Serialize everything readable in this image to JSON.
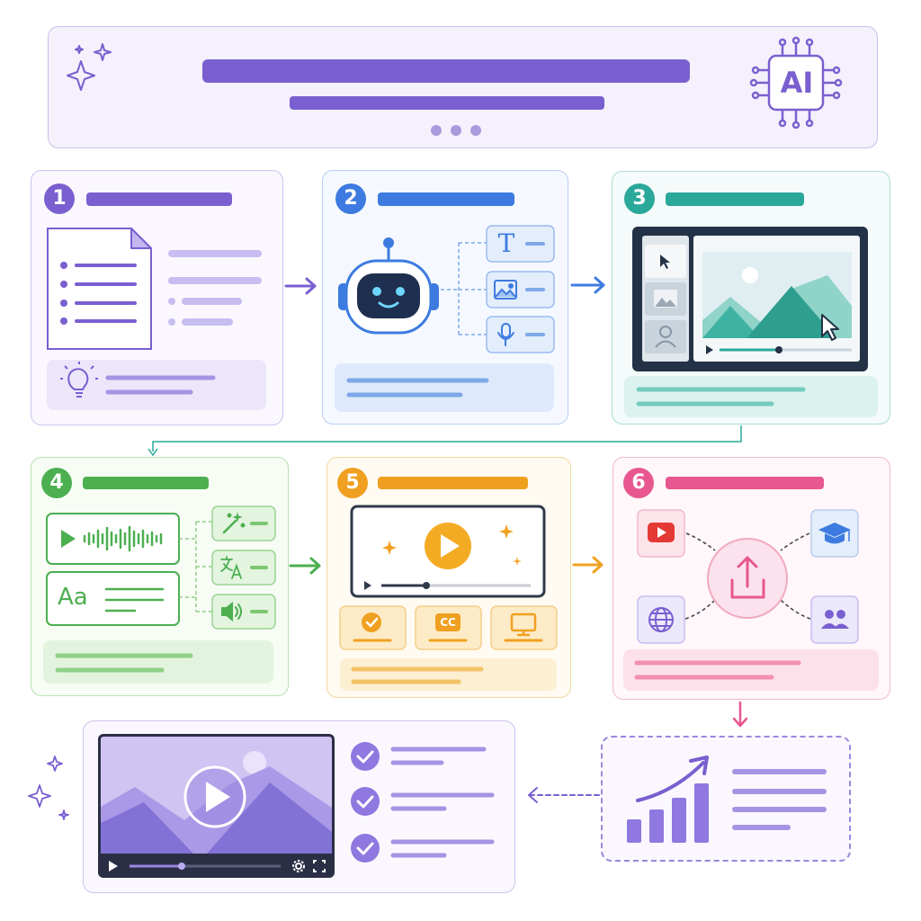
{
  "header": {
    "ai_label": "AI"
  },
  "steps": [
    {
      "number": "1"
    },
    {
      "number": "2"
    },
    {
      "number": "3"
    },
    {
      "number": "4"
    },
    {
      "number": "5"
    },
    {
      "number": "6"
    }
  ],
  "step2": {
    "text_icon": "T"
  },
  "step4": {
    "font_sample": "Aa"
  },
  "step5": {
    "caption_badge": "CC"
  },
  "colors": {
    "purple": "#7a5fd0",
    "blue": "#3d7be0",
    "teal": "#2aa89a",
    "green": "#4caf50",
    "orange": "#f0a020",
    "pink": "#e8578f"
  },
  "icons": {
    "header_left": "sparkle-icon",
    "header_right": "ai-chip-icon",
    "step1": [
      "document-icon",
      "lightbulb-icon"
    ],
    "step2": [
      "robot-icon",
      "text-icon",
      "image-icon",
      "microphone-icon"
    ],
    "step3": [
      "cursor-icon",
      "image-icon",
      "avatar-icon",
      "play-icon"
    ],
    "step4": [
      "play-icon",
      "waveform-icon",
      "magic-wand-icon",
      "translate-icon",
      "speaker-icon"
    ],
    "step5": [
      "play-icon",
      "check-icon",
      "cc-icon",
      "monitor-icon"
    ],
    "step6": [
      "youtube-icon",
      "graduation-cap-icon",
      "upload-icon",
      "globe-icon",
      "users-icon"
    ],
    "final": [
      "play-icon",
      "settings-icon",
      "fullscreen-icon",
      "check-icon",
      "growth-chart-icon"
    ]
  }
}
